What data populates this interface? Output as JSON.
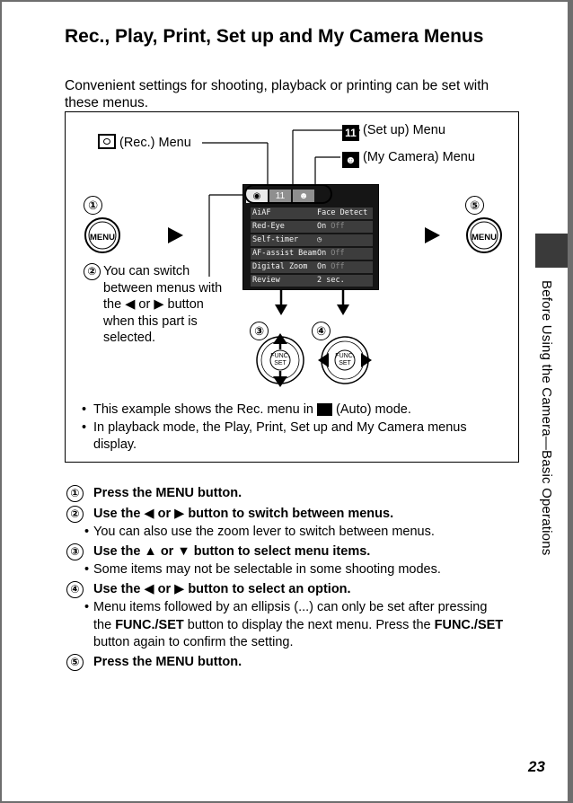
{
  "title": "Rec., Play, Print, Set up and My Camera Menus",
  "intro": "Convenient settings for shooting, playback or printing can be set with these menus.",
  "figure": {
    "rec_menu_label": "(Rec.) Menu",
    "setup_menu_label": "(Set up) Menu",
    "mycamera_menu_label": "(My Camera) Menu",
    "step_marks": [
      "①",
      "②",
      "③",
      "④",
      "⑤"
    ],
    "menu_button": "MENU",
    "func_set": "FUNC. SET",
    "switch_text": {
      "line1": "You can switch",
      "line2": "between menus with",
      "line3a": "the",
      "line3b": "or",
      "line3c": "button",
      "line4": "when this part is",
      "line5": "selected."
    },
    "menu_rows": [
      {
        "name": "AiAF",
        "value": "Face Detect",
        "off": ""
      },
      {
        "name": "Red-Eye",
        "value": "On",
        "off": "Off"
      },
      {
        "name": "Self-timer",
        "value": "",
        "off": ""
      },
      {
        "name": "AF-assist Beam",
        "value": "On",
        "off": "Off"
      },
      {
        "name": "Digital Zoom",
        "value": "On",
        "off": "Off"
      },
      {
        "name": "Review",
        "value": "2 sec.",
        "off": ""
      }
    ],
    "notes": {
      "n1a": "This example shows the Rec. menu in",
      "n1b": "(Auto) mode.",
      "n2": "In playback mode, the Play, Print, Set up and My Camera menus display."
    }
  },
  "steps": {
    "s1": "Press the MENU button.",
    "s2a": "Use the",
    "s2b": "or",
    "s2c": "button to switch between menus.",
    "s2_note": "You can also use the zoom lever to switch between menus.",
    "s3a": "Use the",
    "s3b": "or",
    "s3c": "button to select menu items.",
    "s3_note": "Some items may not be selectable in some shooting modes.",
    "s4a": "Use the",
    "s4b": "or",
    "s4c": "button to select an option.",
    "s4_note_a": "Menu items followed by an ellipsis (...) can only be set after pressing the",
    "s4_note_b": "FUNC./SET",
    "s4_note_c": "button to display the next menu. Press the",
    "s4_note_d": "FUNC./SET",
    "s4_note_e": "button again to confirm the setting.",
    "s5": "Press the MENU button."
  },
  "side_text": "Before Using the Camera—Basic Operations",
  "page_number": "23",
  "icons": {
    "rec": "camera-frame-icon",
    "setup": "wrench-tools-icon",
    "mycamera": "person-camera-icon",
    "auto": "camera-icon"
  }
}
